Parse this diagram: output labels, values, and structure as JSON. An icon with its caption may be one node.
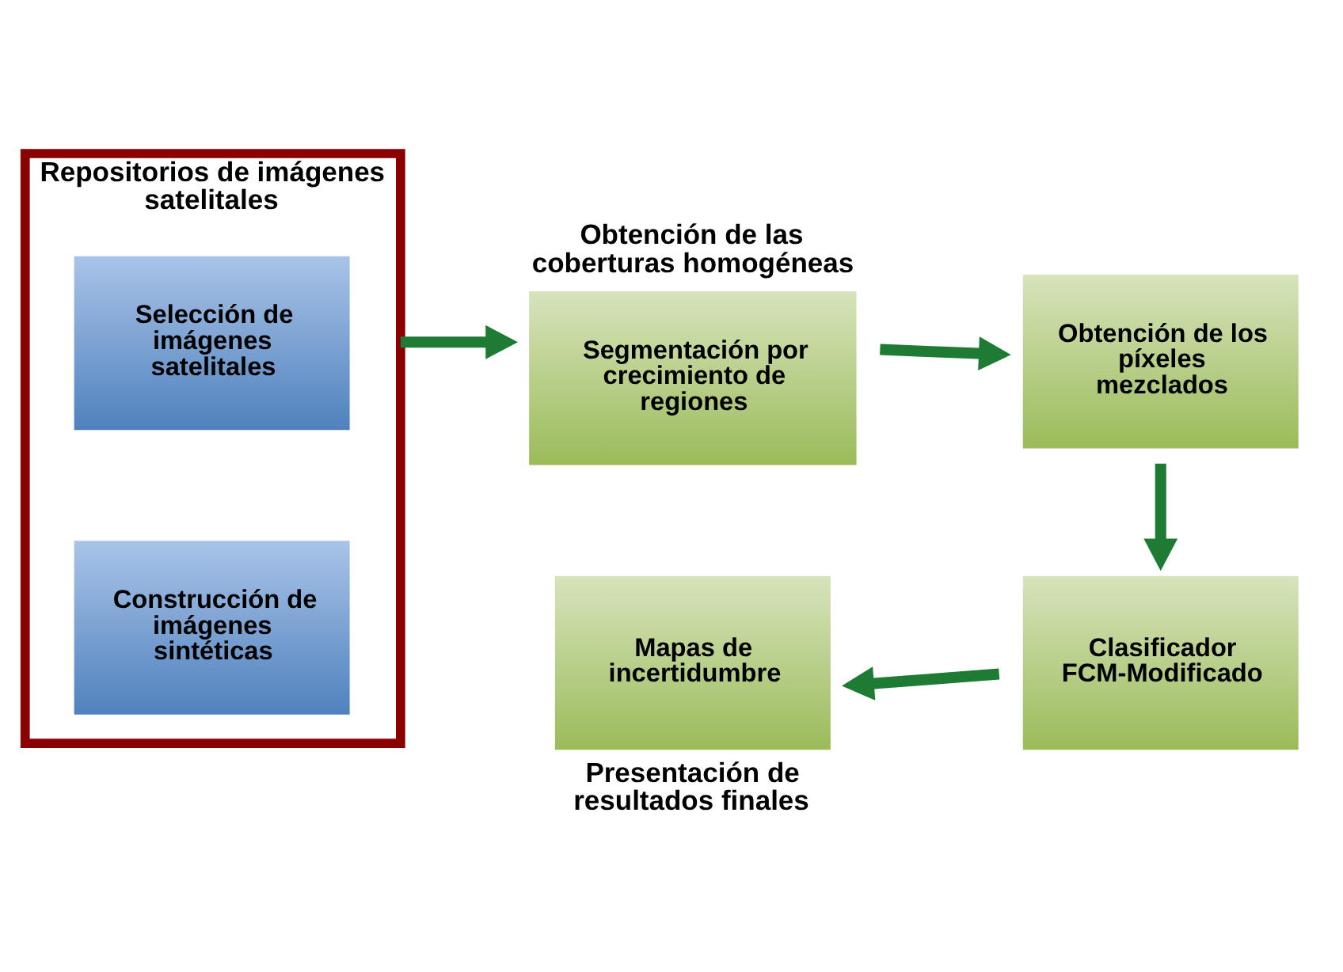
{
  "diagram": {
    "nodes": [
      {
        "text": [
          "Repositorios de imágenes satelitales"
        ]
      },
      {
        "text": [
          "Selección de imágenes satelitales"
        ],
        "in": 0
      },
      {
        "text": [
          "Construcción de imágenes sintéticas"
        ],
        "in": 0
      },
      {
        "text": [
          "Segmentación por crecimiento de regiones"
        ],
        "beside": [
          "Obtención de las coberturas homogéneas"
        ]
      },
      {
        "text": [
          "Obtención de los píxeles mezclados"
        ]
      },
      {
        "text": [
          "Clasificador FCM-Modificado"
        ]
      },
      {
        "text": [
          "Mapas de incertidumbre"
        ],
        "beside": [
          "Presentación de resultados finales"
        ]
      }
    ],
    "edges": [
      {
        "from": 0,
        "to": 3,
        "arrow": "to"
      },
      {
        "from": 3,
        "to": 4,
        "arrow": "to"
      },
      {
        "from": 4,
        "to": 5,
        "arrow": "to"
      },
      {
        "from": 5,
        "to": 6,
        "arrow": "to"
      }
    ]
  }
}
